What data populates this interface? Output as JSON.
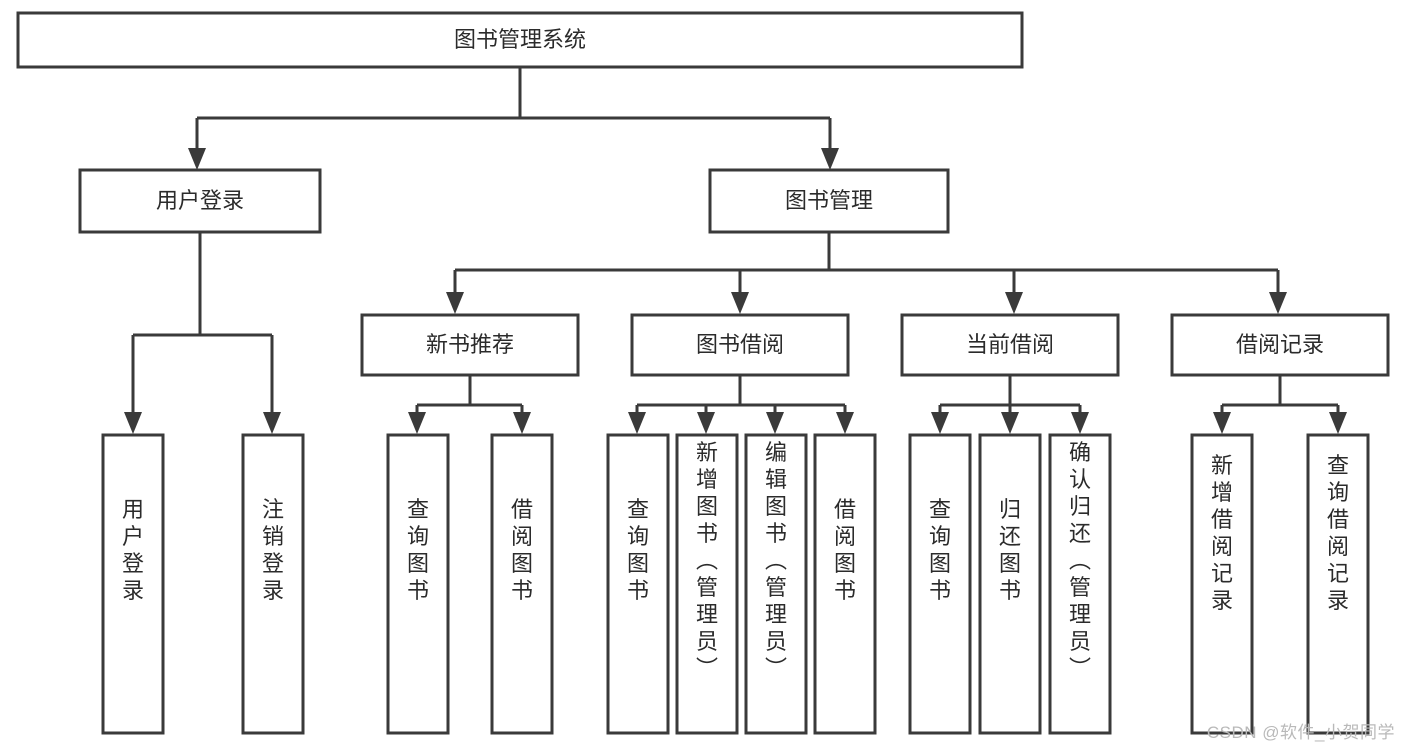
{
  "diagram": {
    "type": "tree",
    "title": "图书管理系统",
    "watermark": "CSDN @软件_小贺同学",
    "nodes": {
      "root": {
        "label": "图书管理系统",
        "level": 1
      },
      "l2_1": {
        "label": "用户登录",
        "level": 2
      },
      "l2_2": {
        "label": "图书管理",
        "level": 2
      },
      "l3_1": {
        "label": "新书推荐",
        "level": 3
      },
      "l3_2": {
        "label": "图书借阅",
        "level": 3
      },
      "l3_3": {
        "label": "当前借阅",
        "level": 3
      },
      "l3_4": {
        "label": "借阅记录",
        "level": 3
      },
      "leaf_1": {
        "label": "用户登录",
        "level": 4
      },
      "leaf_2": {
        "label": "注销登录",
        "level": 4
      },
      "leaf_3": {
        "label": "查询图书",
        "level": 4
      },
      "leaf_4": {
        "label": "借阅图书",
        "level": 4
      },
      "leaf_5": {
        "label": "查询图书",
        "level": 4
      },
      "leaf_6": {
        "label": "新增图书（管理员）",
        "level": 4
      },
      "leaf_7": {
        "label": "编辑图书（管理员）",
        "level": 4
      },
      "leaf_8": {
        "label": "借阅图书",
        "level": 4
      },
      "leaf_9": {
        "label": "查询图书",
        "level": 4
      },
      "leaf_10": {
        "label": "归还图书",
        "level": 4
      },
      "leaf_11": {
        "label": "确认归还（管理员）",
        "level": 4
      },
      "leaf_12": {
        "label": "新增借阅记录",
        "level": 4
      },
      "leaf_13": {
        "label": "查询借阅记录",
        "level": 4
      }
    },
    "edges": [
      {
        "from": "root",
        "to": "l2_1"
      },
      {
        "from": "root",
        "to": "l2_2"
      },
      {
        "from": "l2_1",
        "to": "leaf_1"
      },
      {
        "from": "l2_1",
        "to": "leaf_2"
      },
      {
        "from": "l2_2",
        "to": "l3_1"
      },
      {
        "from": "l2_2",
        "to": "l3_2"
      },
      {
        "from": "l2_2",
        "to": "l3_3"
      },
      {
        "from": "l2_2",
        "to": "l3_4"
      },
      {
        "from": "l3_1",
        "to": "leaf_3"
      },
      {
        "from": "l3_1",
        "to": "leaf_4"
      },
      {
        "from": "l3_2",
        "to": "leaf_5"
      },
      {
        "from": "l3_2",
        "to": "leaf_6"
      },
      {
        "from": "l3_2",
        "to": "leaf_7"
      },
      {
        "from": "l3_2",
        "to": "leaf_8"
      },
      {
        "from": "l3_3",
        "to": "leaf_9"
      },
      {
        "from": "l3_3",
        "to": "leaf_10"
      },
      {
        "from": "l3_3",
        "to": "leaf_11"
      },
      {
        "from": "l3_4",
        "to": "leaf_12"
      },
      {
        "from": "l3_4",
        "to": "leaf_13"
      }
    ],
    "colors": {
      "box_stroke": "#3a3a3a",
      "box_fill": "#ffffff",
      "text": "#2b2b2b",
      "watermark": "#b9b9b9",
      "background": "#ffffff"
    }
  }
}
